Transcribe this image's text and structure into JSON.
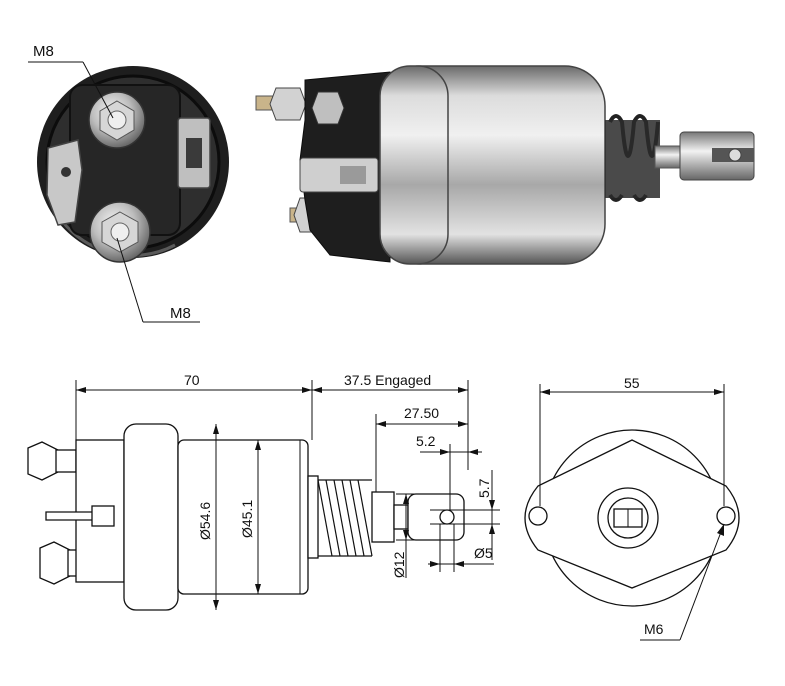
{
  "photos": {
    "front_view": {
      "top_callout": "M8",
      "bottom_callout": "M8"
    },
    "side_view": {}
  },
  "drawing": {
    "overall_length": "70",
    "engaged_travel": "37.5 Engaged",
    "stroke_length": "27.50",
    "clevis_offset": "5.2",
    "slot_width": "5.7",
    "outer_diameter": "Ø54.6",
    "body_diameter": "Ø45.1",
    "rod_diameter": "Ø12",
    "pin_diameter": "Ø5",
    "flange_width": "55",
    "mount_thread": "M6"
  },
  "colors": {
    "steel": "#b9b9b9",
    "dark_housing": "#1e1e1e",
    "line": "#111111",
    "brass": "#c9b48a"
  }
}
